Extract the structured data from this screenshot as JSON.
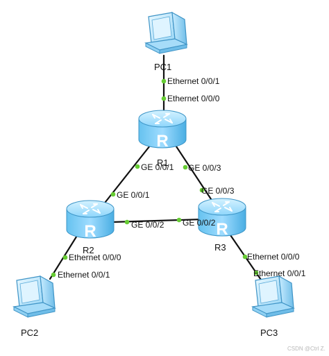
{
  "nodes": {
    "pc1": {
      "label": "PC1"
    },
    "pc2": {
      "label": "PC2"
    },
    "pc3": {
      "label": "PC3"
    },
    "r1": {
      "label": "R1"
    },
    "r2": {
      "label": "R2"
    },
    "r3": {
      "label": "R3"
    }
  },
  "interfaces": {
    "pc1_eth": "Ethernet 0/0/1",
    "r1_eth": "Ethernet 0/0/0",
    "r1_ge1": "GE 0/0/1",
    "r1_ge3": "GE 0/0/3",
    "r2_ge1": "GE 0/0/1",
    "r2_ge2": "GE 0/0/2",
    "r3_ge3": "GE 0/0/3",
    "r3_ge2": "GE 0/0/2",
    "r2_eth": "Ethernet 0/0/0",
    "pc2_eth": "Ethernet 0/0/1",
    "r3_eth": "Ethernet 0/0/0",
    "pc3_eth": "Ethernet 0/0/1"
  },
  "router_glyph": "R",
  "watermark": "CSDN @Ctrl Z.",
  "colors": {
    "link": "#111111",
    "port": "#66cc33",
    "router_top": "#a8e4ff",
    "router_side": "#5ab8e8",
    "pc_screen": "#b7e6ff",
    "pc_body": "#7fc6ee"
  }
}
